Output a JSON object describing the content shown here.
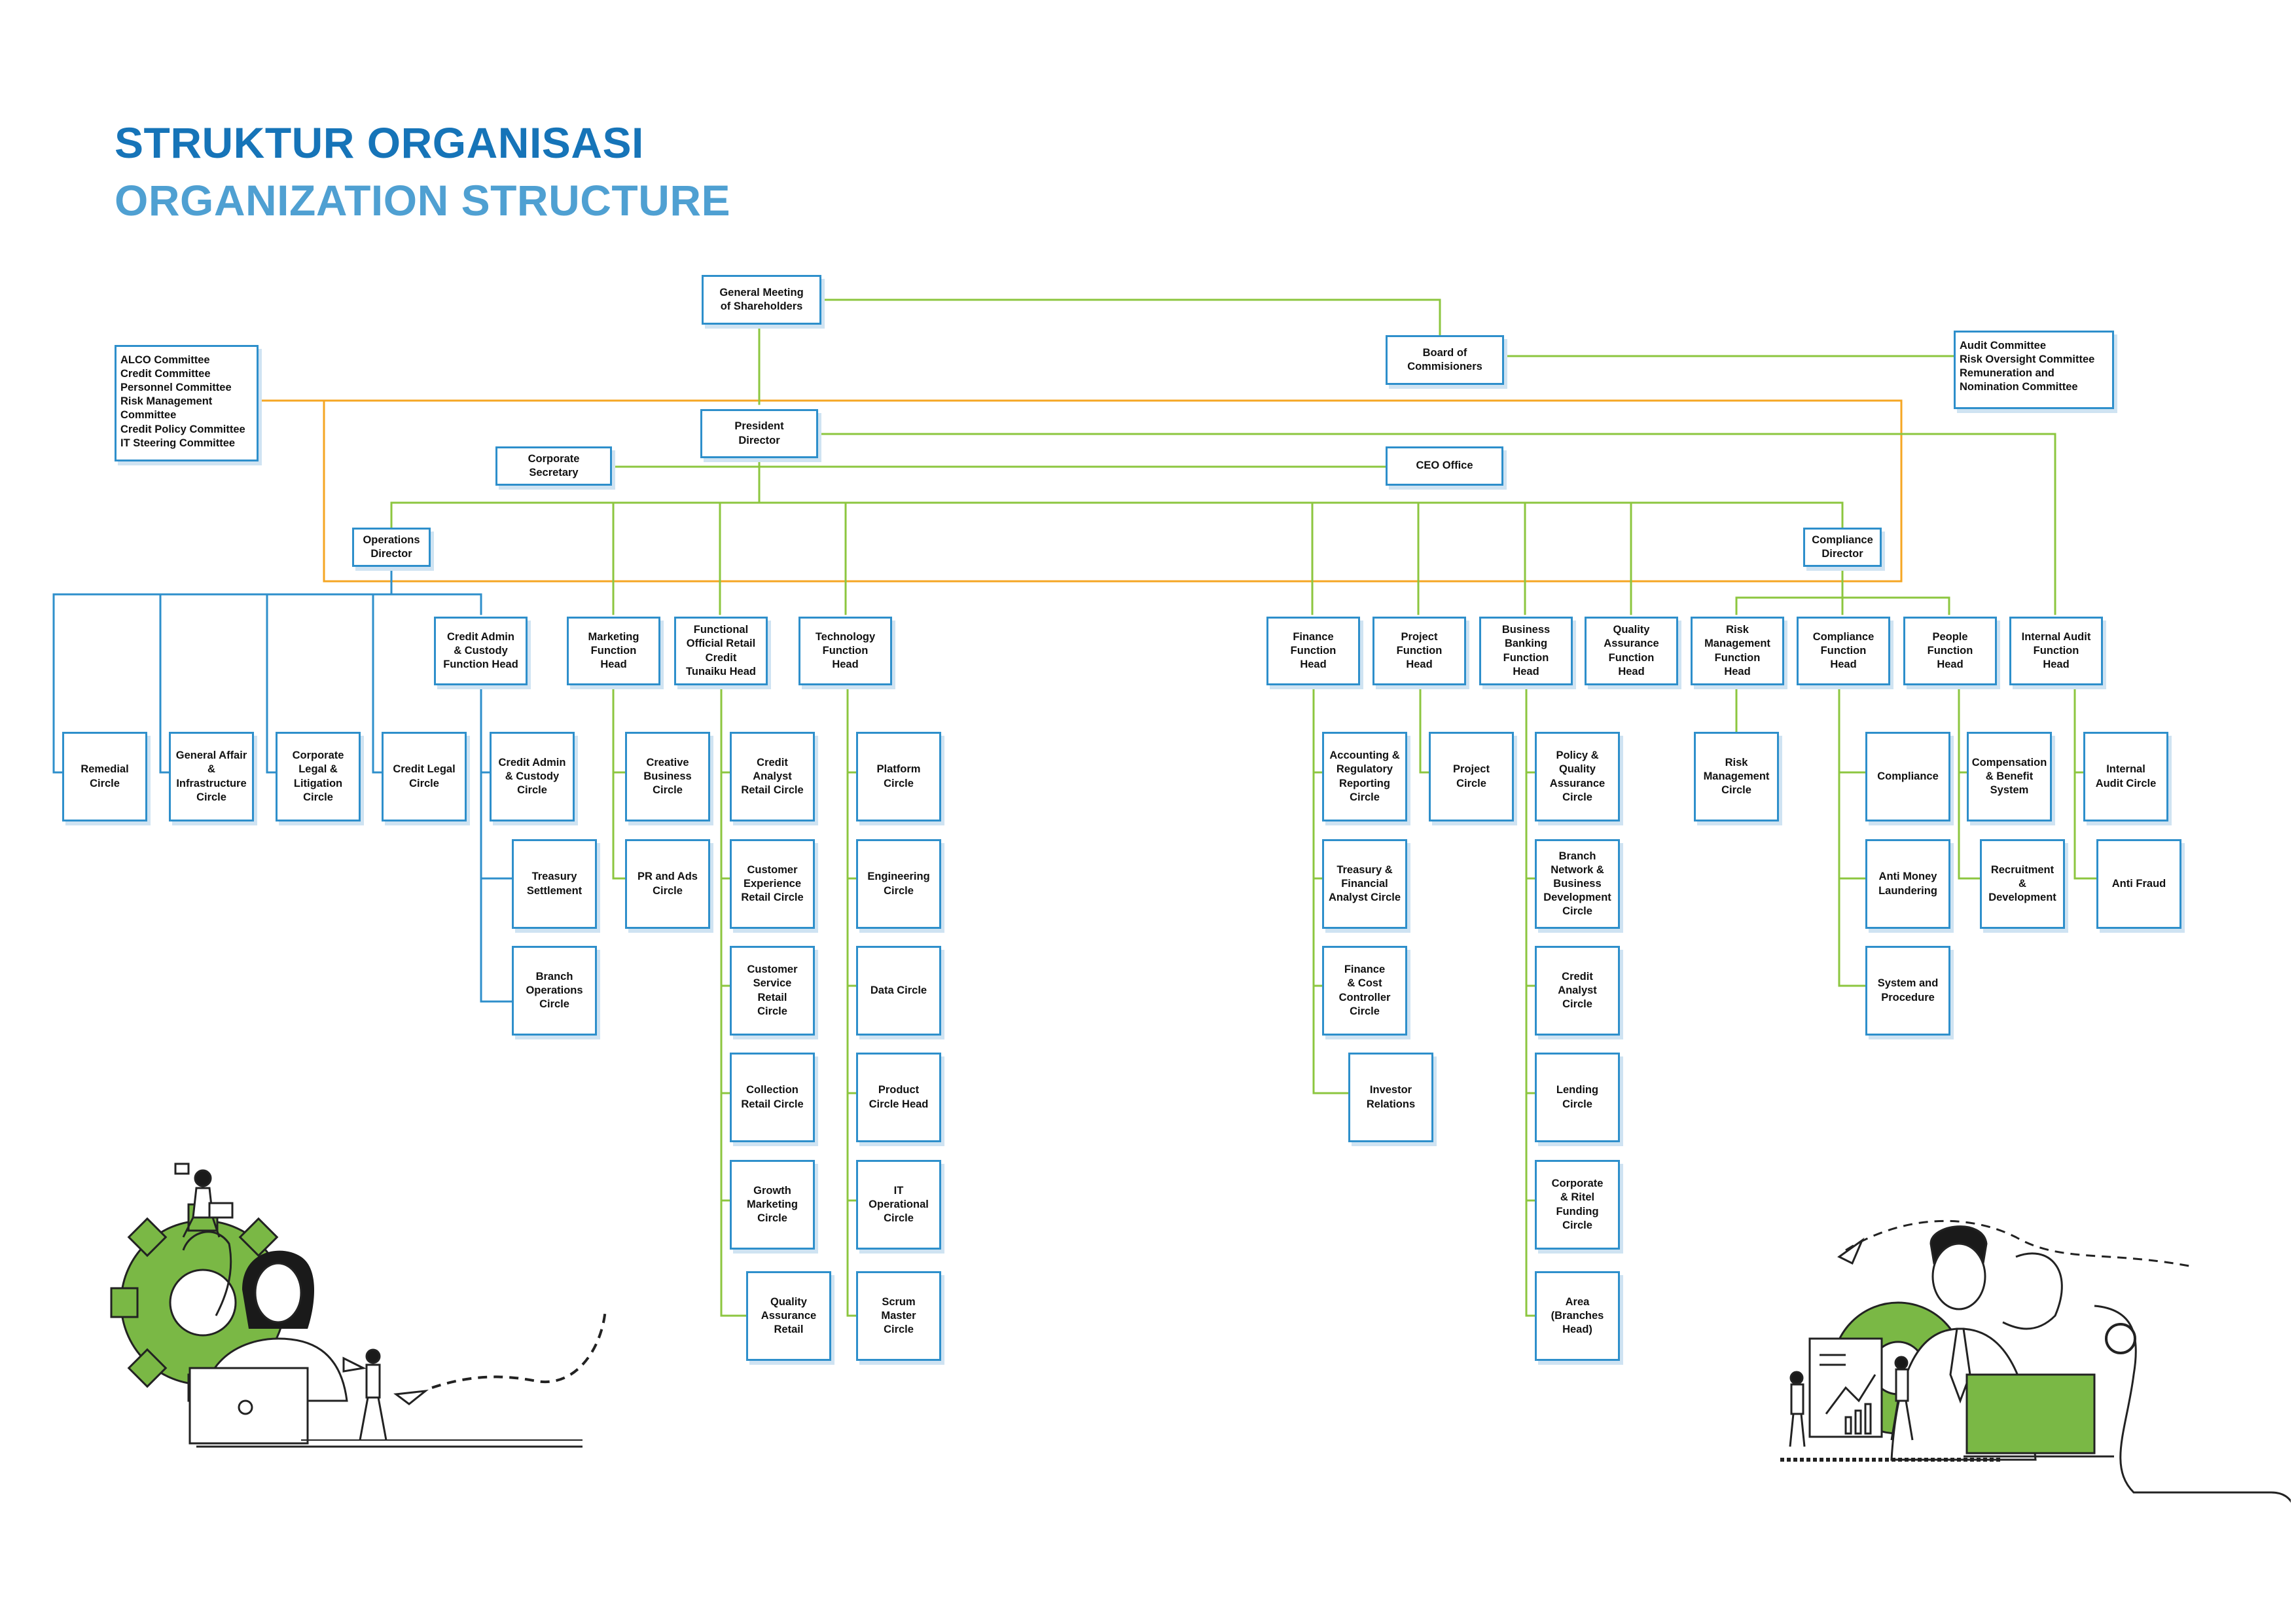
{
  "title_id": "STRUKTUR ORGANISASI",
  "title_en": "ORGANIZATION STRUCTURE",
  "colors": {
    "title_primary": "#1674b8",
    "title_secondary": "#4fa0d2",
    "box_border": "#2e8fcb",
    "line_green": "#8cc63f",
    "line_blue": "#2e8fcb",
    "line_orange": "#f5a623"
  },
  "nodes": {
    "gms": "General Meeting\nof Shareholders",
    "boc": "Board of\nCommisioners",
    "board_committees": "Audit Committee\nRisk Oversight Committee\nRemuneration and\nNomination Committee",
    "exec_committees": "ALCO Committee\nCredit Committee\nPersonnel Committee\nRisk Management\nCommittee\nCredit Policy Committee\nIT Steering Committee",
    "president": "President\nDirector",
    "corp_sec": "Corporate\nSecretary",
    "ceo_office": "CEO Office",
    "ops_dir": "Operations\nDirector",
    "comp_dir": "Compliance\nDirector",
    "remedial": "Remedial\nCircle",
    "ga": "General Affair\n&\nInfrastructure\nCircle",
    "legal": "Corporate\nLegal &\nLitigation\nCircle",
    "credit_legal": "Credit Legal\nCircle",
    "cac_head": "Credit Admin\n& Custody\nFunction Head",
    "cac_circle": "Credit Admin\n& Custody\nCircle",
    "treasury_settle": "Treasury\nSettlement",
    "branch_ops": "Branch\nOperations\nCircle",
    "mkt_head": "Marketing\nFunction\nHead",
    "creative": "Creative\nBusiness\nCircle",
    "pr_ads": "PR and Ads\nCircle",
    "tunaiku_head": "Functional\nOfficial Retail\nCredit\nTunaiku Head",
    "credit_analyst_retail": "Credit\nAnalyst\nRetail Circle",
    "cx_retail": "Customer\nExperience\nRetail Circle",
    "cs_retail": "Customer\nService\nRetail\nCircle",
    "collection": "Collection\nRetail Circle",
    "growth": "Growth\nMarketing\nCircle",
    "qa_retail": "Quality\nAssurance\nRetail",
    "tech_head": "Technology\nFunction\nHead",
    "platform": "Platform\nCircle",
    "engineering": "Engineering\nCircle",
    "data": "Data Circle",
    "product": "Product\nCircle Head",
    "it_ops": "IT\nOperational\nCircle",
    "scrum": "Scrum\nMaster\nCircle",
    "fin_head": "Finance\nFunction\nHead",
    "acct": "Accounting &\nRegulatory\nReporting\nCircle",
    "treasury_fin": "Treasury &\nFinancial\nAnalyst Circle",
    "cost": "Finance\n& Cost\nController\nCircle",
    "ir": "Investor\nRelations",
    "proj_head": "Project\nFunction\nHead",
    "proj_circle": "Project\nCircle",
    "bb_head": "Business\nBanking\nFunction\nHead",
    "policy_qa": "Policy &\nQuality\nAssurance\nCircle",
    "branch_net": "Branch\nNetwork &\nBusiness\nDevelopment\nCircle",
    "credit_analyst": "Credit\nAnalyst\nCircle",
    "lending": "Lending\nCircle",
    "funding": "Corporate\n& Ritel\nFunding\nCircle",
    "area": "Area\n(Branches\nHead)",
    "qa_head": "Quality\nAssurance\nFunction\nHead",
    "risk_head": "Risk\nManagement\nFunction\nHead",
    "risk_circle": "Risk\nManagement\nCircle",
    "comp_head": "Compliance\nFunction\nHead",
    "compliance": "Compliance",
    "aml": "Anti Money\nLaundering",
    "sop": "System and\nProcedure",
    "people_head": "People\nFunction\nHead",
    "comp_benefit": "Compensation\n& Benefit\nSystem",
    "recruit": "Recruitment\n&\nDevelopment",
    "audit_head": "Internal Audit\nFunction\nHead",
    "audit_circle": "Internal\nAudit Circle",
    "anti_fraud": "Anti Fraud"
  },
  "illustrations": {
    "left": [
      "gear-icon",
      "woman-with-laptop",
      "person-on-gear",
      "person-with-megaphone",
      "paper-plane-icon"
    ],
    "right": [
      "gear-icon",
      "man-with-tie",
      "whiteboard-chart",
      "small-people",
      "laptop-icon",
      "paper-plane-icon"
    ]
  }
}
